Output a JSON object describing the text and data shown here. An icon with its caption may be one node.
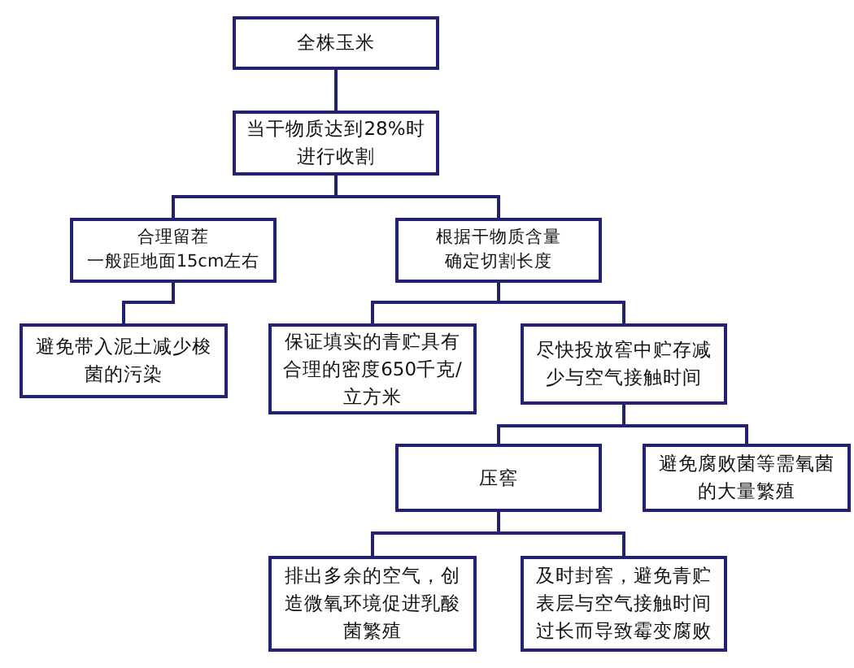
{
  "diagram": {
    "nodes": [
      {
        "text": [
          "全株玉米"
        ]
      },
      {
        "text": [
          "当干物质达到28%时进行收割"
        ]
      },
      {
        "text": [
          "合理留茬",
          "一般距地面15cm左右"
        ]
      },
      {
        "text": [
          "根据干物质含量",
          "确定切割长度"
        ]
      },
      {
        "text": [
          "避免带入泥土减少梭菌的污染"
        ]
      },
      {
        "text": [
          "保证填实的青贮具有合理的密度650千克/立方米"
        ]
      },
      {
        "text": [
          "尽快投放窖中贮存减少与空气接触时间"
        ]
      },
      {
        "text": [
          "压窖"
        ]
      },
      {
        "text": [
          "避免腐败菌等需氧菌的大量繁殖"
        ]
      },
      {
        "text": [
          "排出多余的空气，创造微氧环境促进乳酸菌繁殖"
        ]
      },
      {
        "text": [
          "及时封窖，避免青贮表层与空气接触时间过长而导致霉变腐败"
        ]
      }
    ],
    "edges": [
      {
        "from": 0,
        "to": 1,
        "arrow": "none"
      },
      {
        "from": 1,
        "to": 2,
        "arrow": "none"
      },
      {
        "from": 1,
        "to": 3,
        "arrow": "none"
      },
      {
        "from": 2,
        "to": 4,
        "arrow": "none"
      },
      {
        "from": 3,
        "to": 5,
        "arrow": "none"
      },
      {
        "from": 3,
        "to": 6,
        "arrow": "none"
      },
      {
        "from": 6,
        "to": 7,
        "arrow": "none"
      },
      {
        "from": 6,
        "to": 8,
        "arrow": "none"
      },
      {
        "from": 7,
        "to": 9,
        "arrow": "none"
      },
      {
        "from": 7,
        "to": 10,
        "arrow": "none"
      }
    ]
  }
}
